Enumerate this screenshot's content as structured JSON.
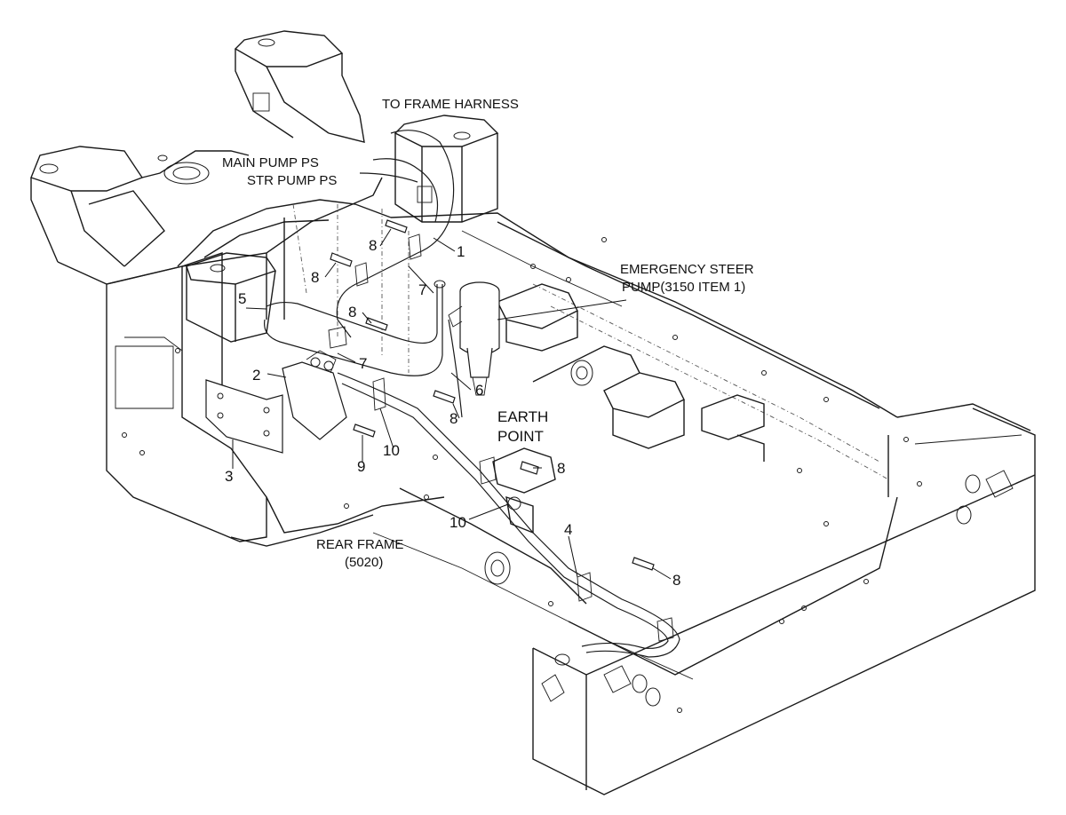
{
  "labels": {
    "to_frame_harness": "TO FRAME HARNESS",
    "main_pump_ps": "MAIN PUMP PS",
    "str_pump_ps": "STR PUMP PS",
    "emergency_steer_1": "EMERGENCY STEER",
    "emergency_steer_2": "PUMP(3150 ITEM 1)",
    "earth_1": "EARTH",
    "earth_2": "POINT",
    "rear_frame_1": "REAR FRAME",
    "rear_frame_2": "(5020)"
  },
  "callouts": {
    "c1": "1",
    "c2": "2",
    "c3": "3",
    "c4": "4",
    "c5": "5",
    "c6": "6",
    "c7a": "7",
    "c7b": "7",
    "c8a": "8",
    "c8b": "8",
    "c8c": "8",
    "c8d": "8",
    "c8e": "8",
    "c8f": "8",
    "c9": "9",
    "c10a": "10",
    "c10b": "10"
  }
}
